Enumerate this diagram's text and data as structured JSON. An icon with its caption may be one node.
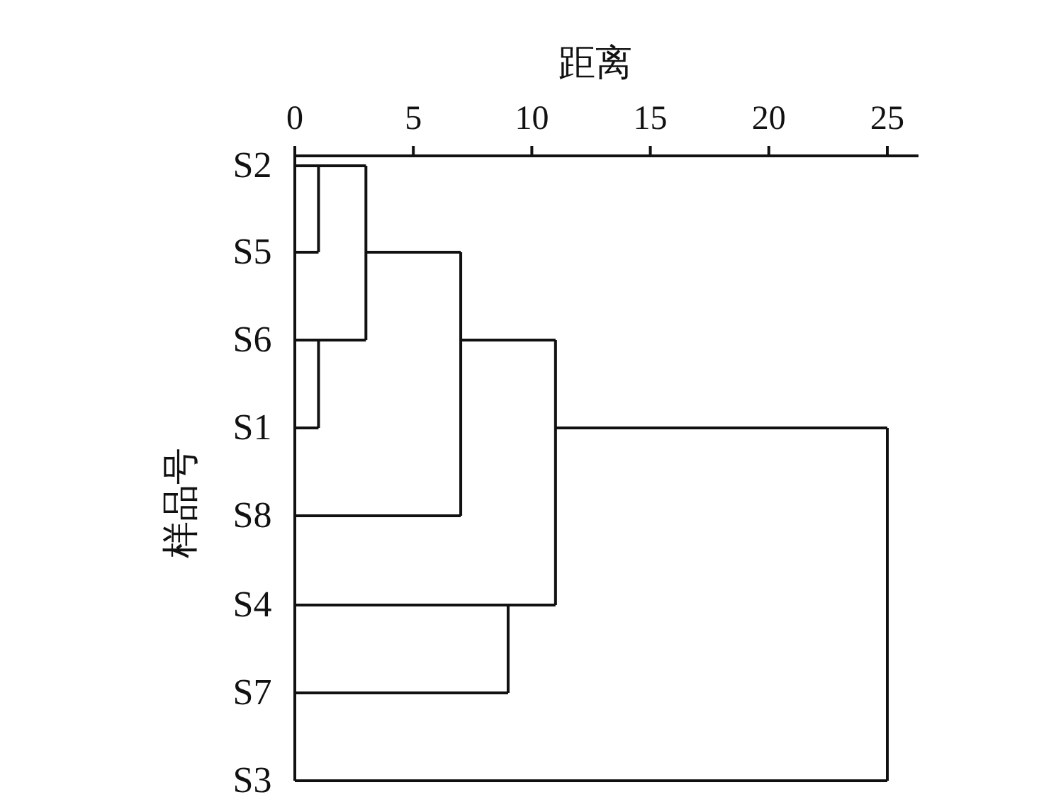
{
  "diagram": {
    "labels": [
      "距离",
      "0",
      "5",
      "10",
      "15",
      "20",
      "25",
      "S2",
      "S5",
      "S6",
      "S1",
      "S8",
      "S4",
      "S7",
      "S3",
      "样品号"
    ]
  }
}
